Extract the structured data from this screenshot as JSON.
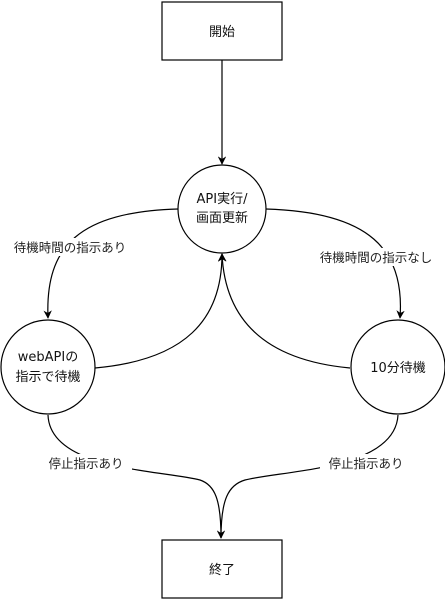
{
  "diagram": {
    "nodes": {
      "start": {
        "lines": [
          "開始"
        ]
      },
      "execute": {
        "lines": [
          "API実行/",
          "画面更新"
        ]
      },
      "wait_webapi": {
        "lines": [
          "webAPIの",
          "指示で待機"
        ]
      },
      "wait_10min": {
        "lines": [
          "10分待機"
        ]
      },
      "end": {
        "lines": [
          "終了"
        ]
      }
    },
    "edges": {
      "wait_instructed": "待機時間の指示あり",
      "no_wait_instruction": "待機時間の指示なし",
      "stop_left": "停止指示あり",
      "stop_right": "停止指示あり"
    },
    "colors": {
      "stroke": "#000000",
      "fill": "#ffffff",
      "text": "#111111"
    }
  }
}
